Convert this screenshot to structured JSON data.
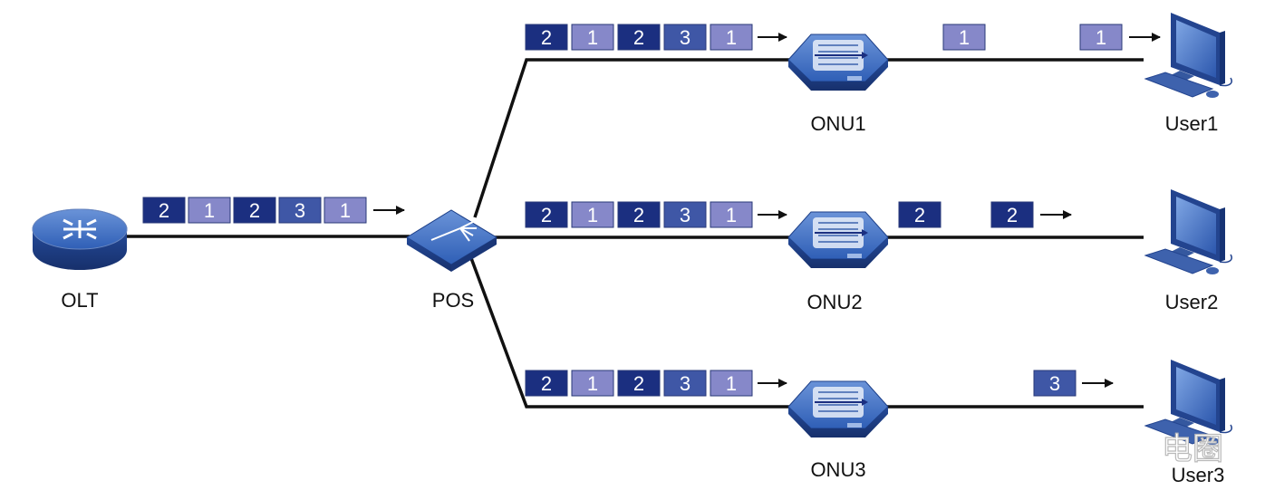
{
  "colors": {
    "dark": "#1b2f80",
    "light": "#8688c9",
    "mid": "#3f57a6",
    "link": "#111111"
  },
  "nodes": {
    "olt": {
      "label": "OLT"
    },
    "pos": {
      "label": "POS"
    },
    "onu1": {
      "label": "ONU1"
    },
    "onu2": {
      "label": "ONU2"
    },
    "onu3": {
      "label": "ONU3"
    },
    "user1": {
      "label": "User1"
    },
    "user2": {
      "label": "User2"
    },
    "user3": {
      "label": "User3"
    }
  },
  "trains": {
    "olt_pos": [
      {
        "n": "2",
        "shade": "dark"
      },
      {
        "n": "1",
        "shade": "light"
      },
      {
        "n": "2",
        "shade": "dark"
      },
      {
        "n": "3",
        "shade": "mid"
      },
      {
        "n": "1",
        "shade": "light"
      }
    ],
    "pos_onu1": [
      {
        "n": "2",
        "shade": "dark"
      },
      {
        "n": "1",
        "shade": "light"
      },
      {
        "n": "2",
        "shade": "dark"
      },
      {
        "n": "3",
        "shade": "mid"
      },
      {
        "n": "1",
        "shade": "light"
      }
    ],
    "pos_onu2": [
      {
        "n": "2",
        "shade": "dark"
      },
      {
        "n": "1",
        "shade": "light"
      },
      {
        "n": "2",
        "shade": "dark"
      },
      {
        "n": "3",
        "shade": "mid"
      },
      {
        "n": "1",
        "shade": "light"
      }
    ],
    "pos_onu3": [
      {
        "n": "2",
        "shade": "dark"
      },
      {
        "n": "1",
        "shade": "light"
      },
      {
        "n": "2",
        "shade": "dark"
      },
      {
        "n": "3",
        "shade": "mid"
      },
      {
        "n": "1",
        "shade": "light"
      }
    ]
  },
  "delivered": {
    "onu1_out": {
      "n": "1",
      "shade": "light"
    },
    "user1_in": {
      "n": "1",
      "shade": "light"
    },
    "onu2_out": {
      "n": "2",
      "shade": "dark"
    },
    "user2_in": {
      "n": "2",
      "shade": "dark"
    },
    "user3_in": {
      "n": "3",
      "shade": "mid"
    }
  },
  "watermark": "电圈"
}
